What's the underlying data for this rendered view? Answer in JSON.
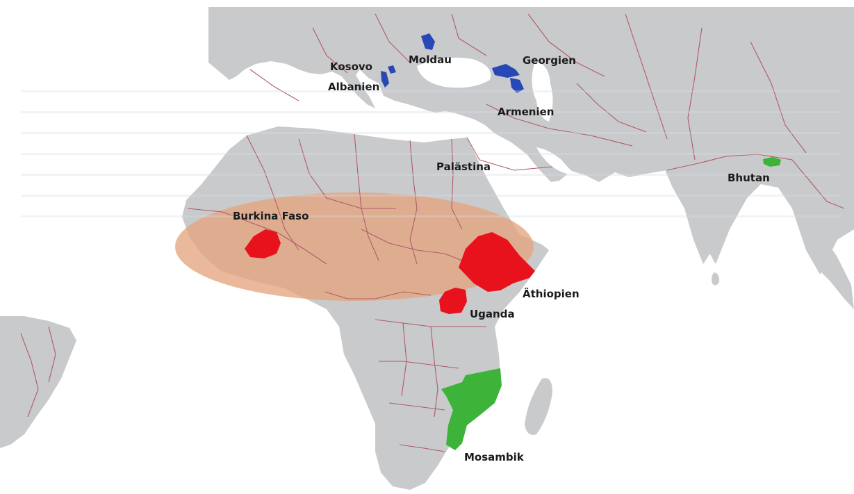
{
  "map": {
    "colors": {
      "water": "#ffffff",
      "land": "#c8cacc",
      "border": "#b05a6a",
      "focus_red": "#e8121c",
      "focus_green": "#3db33a",
      "focus_blue": "#2748b6",
      "sahel_band": "#e4a57f"
    },
    "labels": {
      "kosovo": "Kosovo",
      "albanien": "Albanien",
      "moldau": "Moldau",
      "georgien": "Georgien",
      "armenien": "Armenien",
      "palaestina": "Palästina",
      "bhutan": "Bhutan",
      "burkina_faso": "Burkina Faso",
      "aethiopien": "Äthiopien",
      "uganda": "Uganda",
      "mosambik": "Mosambik"
    },
    "groups": {
      "red": [
        "Burkina Faso",
        "Äthiopien",
        "Uganda"
      ],
      "green": [
        "Mosambik",
        "Bhutan"
      ],
      "blue": [
        "Moldau",
        "Georgien",
        "Armenien",
        "Kosovo",
        "Albanien"
      ]
    }
  }
}
